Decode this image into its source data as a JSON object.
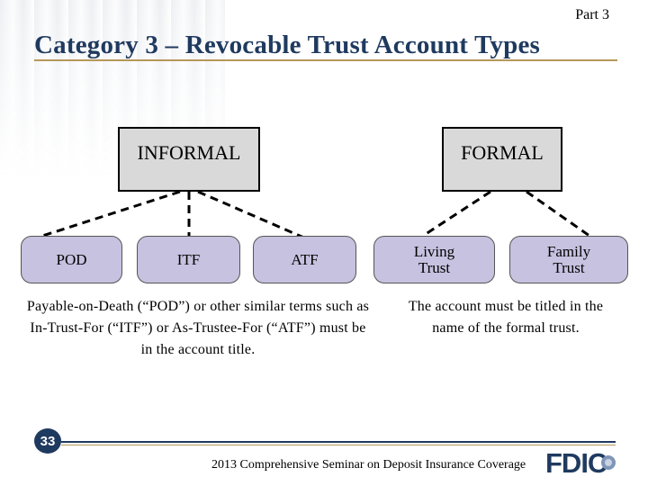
{
  "header": {
    "part_label": "Part 3",
    "title": "Category 3 – Revocable Trust Account Types"
  },
  "diagram": {
    "informal": {
      "label": "INFORMAL",
      "children": [
        "POD",
        "ITF",
        "ATF"
      ],
      "description": "Payable-on-Death (“POD”) or other similar terms such as In-Trust-For (“ITF”) or As-Trustee-For (“ATF”) must be in the account title."
    },
    "formal": {
      "label": "FORMAL",
      "children": [
        "Living\nTrust",
        "Family\nTrust"
      ],
      "description": "The account must be titled in the name of the formal trust."
    }
  },
  "footer": {
    "slide_number": "33",
    "text": "2013 Comprehensive Seminar on Deposit Insurance Coverage",
    "logo_text": "FDIC"
  },
  "colors": {
    "title": "#1f3a5f",
    "accent_rule": "#b5985a",
    "parent_box": "#d9d9d9",
    "child_box": "#c7c2e0",
    "logo": "#1f3a5f"
  }
}
